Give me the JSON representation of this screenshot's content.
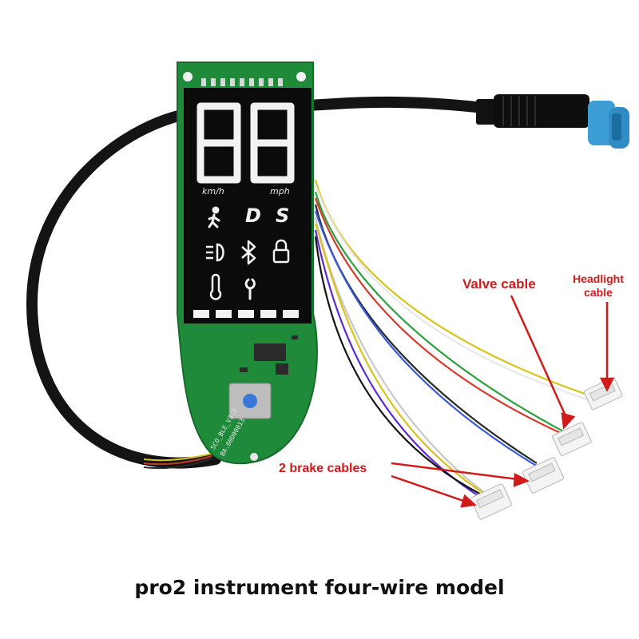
{
  "display": {
    "digits": "88",
    "unit_kmh": "km/h",
    "unit_mph": "mph",
    "mode_d": "D",
    "mode_s": "S",
    "icons": [
      "walk-icon",
      "headlight-icon",
      "bluetooth-icon",
      "lock-icon",
      "thermometer-icon",
      "wrench-icon"
    ]
  },
  "pcb": {
    "model_text": "SCO_BLE_V3.2",
    "code_text": "BA.00D00013"
  },
  "callouts": {
    "valve": "Valve cable",
    "headlight_line1": "Headlight",
    "headlight_line2": "cable",
    "brake": "2 brake cables"
  },
  "caption": "pro2 instrument four-wire model",
  "colors": {
    "pcb_green": "#1f8a3a",
    "lcd_black": "#0b0b0b",
    "callout_red": "#d11a1a",
    "connector_blue": "#3d9ed6",
    "button_blue": "#3a78d8"
  }
}
